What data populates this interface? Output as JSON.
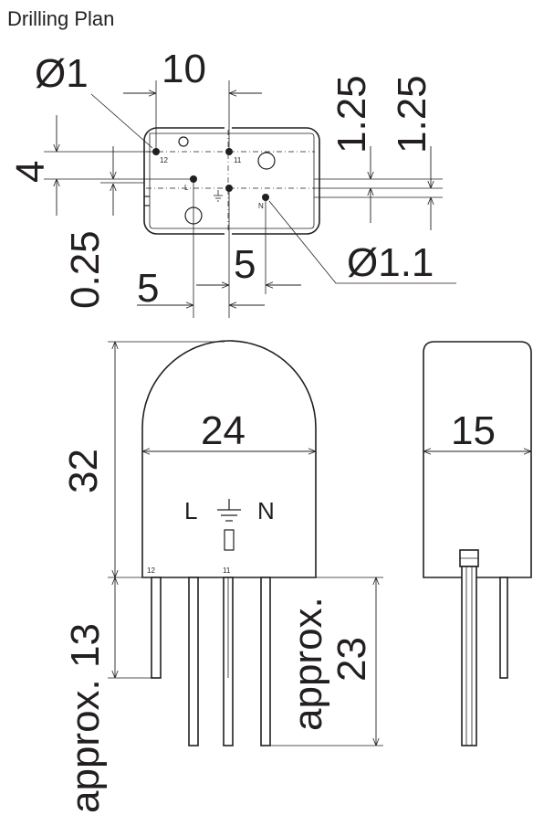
{
  "title": "Drilling Plan",
  "drill_plan": {
    "dim_pin_hole": "Ø1",
    "dim_pitch_top": "10",
    "dim_height": "4",
    "dim_offset": "0.25",
    "dim_pitch_left": "5",
    "dim_pitch_right": "5",
    "dim_right_a": "1.25",
    "dim_right_b": "1.25",
    "dim_mount_hole": "Ø1.1",
    "pin_12": "12",
    "pin_11": "11",
    "pin_L": "L",
    "pin_N": "N"
  },
  "front_view": {
    "dim_width": "24",
    "dim_height": "32",
    "dim_pin_short": "approx. 13",
    "dim_pin_long_1": "approx.",
    "dim_pin_long_2": "23",
    "label_L": "L",
    "label_N": "N",
    "pin_12": "12",
    "pin_11": "11"
  },
  "side_view": {
    "dim_depth": "15"
  }
}
